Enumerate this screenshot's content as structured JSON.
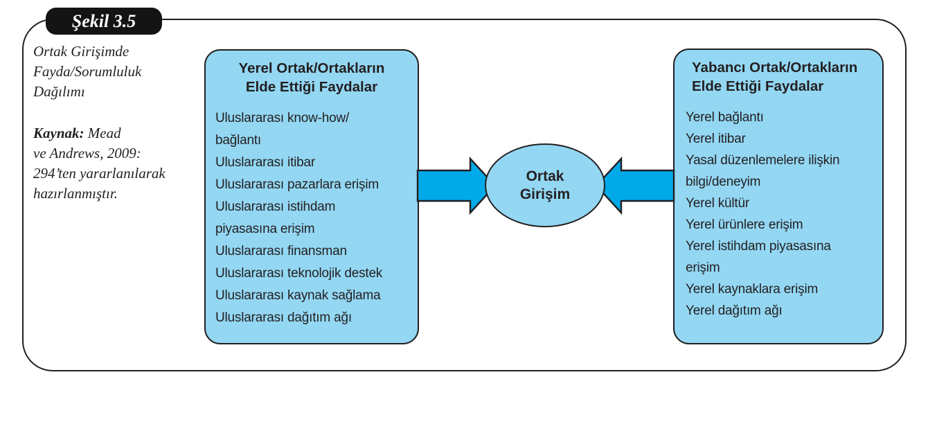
{
  "figure": {
    "tag_label": "Şekil 3.5",
    "caption_title": "Ortak Girişimde\nFayda/Sorumluluk\nDağılımı",
    "source_label": "Kaynak:",
    "source_text": " Mead\nve Andrews, 2009:\n294’ten yararlanılarak\nhazırlanmıştır."
  },
  "left_box": {
    "header": "Yerel Ortak/Ortakların\nElde Ettiği Faydalar",
    "items": [
      "Uluslararası know-how/\nbağlantı",
      "Uluslararası itibar",
      "Uluslararası pazarlara erişim",
      "Uluslararası istihdam\npiyasasına erişim",
      "Uluslararası finansman",
      "Uluslararası teknolojik destek",
      "Uluslararası kaynak sağlama",
      "Uluslararası dağıtım ağı"
    ]
  },
  "center_node": {
    "label": "Ortak\nGirişim"
  },
  "right_box": {
    "header": "Yabancı Ortak/Ortakların\nElde Ettiği Faydalar",
    "items": [
      "Yerel bağlantı",
      "Yerel itibar",
      "Yasal düzenlemelere ilişkin\nbilgi/deneyim",
      "Yerel kültür",
      "Yerel ürünlere erişim",
      "Yerel istihdam piyasasına\nerişim",
      "Yerel kaynaklara erişim",
      "Yerel dağıtım ağı"
    ]
  },
  "colors": {
    "box_fill": "#93d7f3",
    "arrow_fill": "#00a9e8",
    "outline": "#231f20",
    "tag_bg": "#141414",
    "tag_text": "#ffffff",
    "text": "#231f20"
  }
}
